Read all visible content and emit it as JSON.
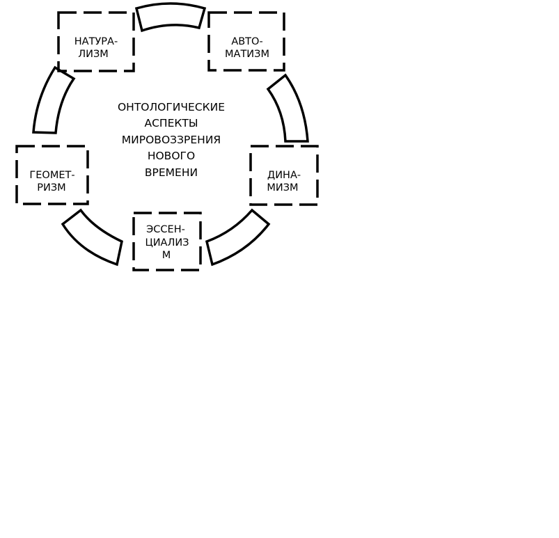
{
  "center": {
    "lines": [
      "ОНТОЛОГИЧЕСКИЕ",
      "АСПЕКТЫ",
      "МИРОВОЗЗРЕНИЯ",
      "НОВОГО",
      "ВРЕМЕНИ"
    ]
  },
  "nodes": [
    {
      "id": "naturalism",
      "lines": [
        "НАТУРА-",
        "ЛИЗМ"
      ]
    },
    {
      "id": "automatism",
      "lines": [
        "АВТО-",
        "МАТИЗМ"
      ]
    },
    {
      "id": "dynamism",
      "lines": [
        "ДИНА-",
        "МИЗМ"
      ]
    },
    {
      "id": "essentialism",
      "lines": [
        "ЭССЕН-",
        "ЦИАЛИЗ",
        "М"
      ]
    },
    {
      "id": "geometrism",
      "lines": [
        "ГЕОМЕТ-",
        "РИЗМ"
      ]
    }
  ],
  "colors": {
    "stroke": "#000000",
    "background": "#ffffff"
  }
}
